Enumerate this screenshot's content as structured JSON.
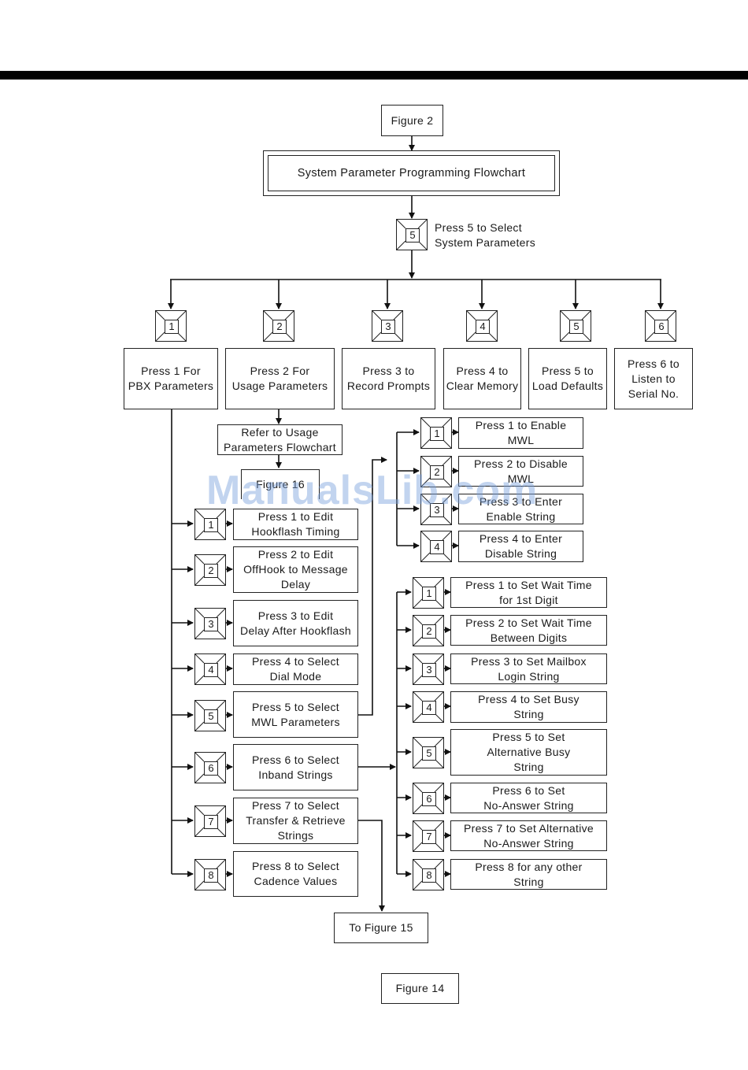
{
  "figure_ref_top": "Figure 2",
  "title": "System Parameter Programming Flowchart",
  "main_key": {
    "key": "5",
    "label": "Press 5 to Select\nSystem Parameters"
  },
  "top_options": [
    {
      "key": "1",
      "label": "Press 1 For\nPBX Parameters"
    },
    {
      "key": "2",
      "label": "Press 2 For\nUsage Parameters"
    },
    {
      "key": "3",
      "label": "Press 3 to\nRecord Prompts"
    },
    {
      "key": "4",
      "label": "Press 4 to\nClear Memory"
    },
    {
      "key": "5",
      "label": "Press 5 to\nLoad Defaults"
    },
    {
      "key": "6",
      "label": "Press 6 to\nListen to\nSerial No."
    }
  ],
  "usage_ref": "Refer to Usage\nParameters Flowchart",
  "usage_fig": "Figure 16",
  "pbx_options": [
    {
      "key": "1",
      "label": "Press 1 to Edit\nHookflash Timing"
    },
    {
      "key": "2",
      "label": "Press 2 to Edit\nOffHook to  Message\nDelay"
    },
    {
      "key": "3",
      "label": "Press 3 to Edit\nDelay After Hookflash"
    },
    {
      "key": "4",
      "label": "Press 4 to Select\nDial Mode"
    },
    {
      "key": "5",
      "label": "Press 5 to Select\nMWL Parameters"
    },
    {
      "key": "6",
      "label": "Press 6 to Select\nInband Strings"
    },
    {
      "key": "7",
      "label": "Press 7 to Select\nTransfer & Retrieve\nStrings"
    },
    {
      "key": "8",
      "label": "Press 8 to Select\nCadence Values"
    }
  ],
  "mwl_options": [
    {
      "key": "1",
      "label": "Press 1 to Enable\nMWL"
    },
    {
      "key": "2",
      "label": "Press 2 to Disable\nMWL"
    },
    {
      "key": "3",
      "label": "Press 3 to Enter\nEnable String"
    },
    {
      "key": "4",
      "label": "Press 4 to Enter\nDisable String"
    }
  ],
  "inband_options": [
    {
      "key": "1",
      "label": "Press 1 to Set Wait Time\nfor 1st Digit"
    },
    {
      "key": "2",
      "label": "Press 2 to Set Wait Time\nBetween Digits"
    },
    {
      "key": "3",
      "label": "Press 3 to Set Mailbox\nLogin String"
    },
    {
      "key": "4",
      "label": "Press 4 to Set Busy\nString"
    },
    {
      "key": "5",
      "label": "Press 5 to Set\nAlternative Busy\nString"
    },
    {
      "key": "6",
      "label": "Press 6 to Set\nNo-Answer String"
    },
    {
      "key": "7",
      "label": "Press 7 to Set Alternative\nNo-Answer String"
    },
    {
      "key": "8",
      "label": "Press 8 for any other\nString"
    }
  ],
  "to_figure": "To Figure 15",
  "figure_label": "Figure 14",
  "watermark": "ManualsLib.com"
}
